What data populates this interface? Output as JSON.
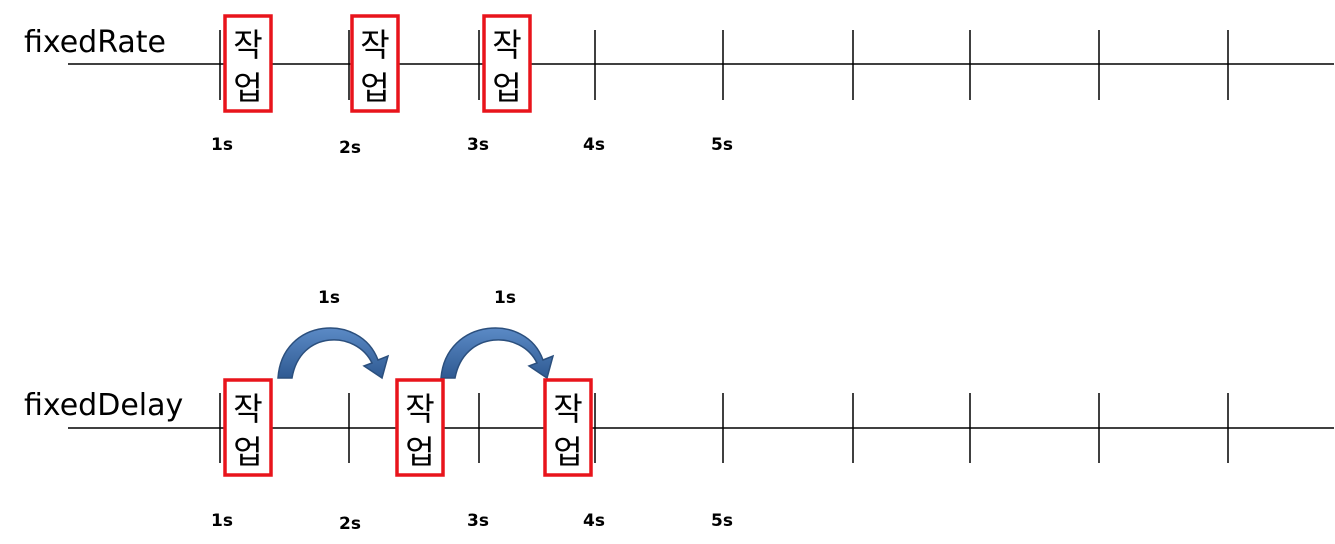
{
  "colors": {
    "axis": "#000000",
    "task_border": "#e8141b",
    "arrow": "#3f6ea8",
    "arrow_dark": "#2b4f7d"
  },
  "fixed_rate": {
    "name": "fixedRate",
    "task_top": "작",
    "task_bottom": "업",
    "tick_labels": [
      "1s",
      "2s",
      "3s",
      "4s",
      "5s"
    ]
  },
  "fixed_delay": {
    "name": "fixedDelay",
    "task_top": "작",
    "task_bottom": "업",
    "tick_labels": [
      "1s",
      "2s",
      "3s",
      "4s",
      "5s"
    ],
    "delay_labels": [
      "1s",
      "1s"
    ]
  }
}
